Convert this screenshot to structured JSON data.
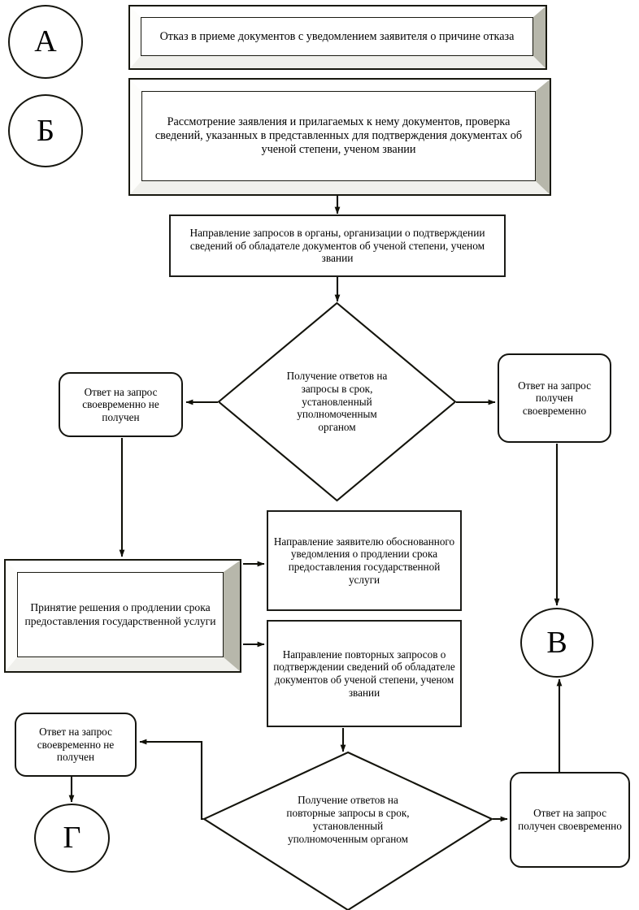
{
  "diagram": {
    "type": "flowchart",
    "language": "ru",
    "colors": {
      "stroke": "#16160f",
      "fill": "#ffffff",
      "bevel_shadow": "#b9b9ae"
    },
    "terminators": [
      {
        "id": "A",
        "label": "А"
      },
      {
        "id": "B",
        "label": "Б"
      },
      {
        "id": "V",
        "label": "В"
      },
      {
        "id": "G",
        "label": "Г"
      }
    ],
    "nodes": {
      "refusal": "Отказ в приеме документов с уведомлением заявителя о причине отказа",
      "review": "Рассмотрение заявления и прилагаемых к нему документов, проверка сведений, указанных в представленных для подтверждения документах об ученой степени, ученом звании",
      "send_requests": "Направление запросов в органы, организации о подтверждении сведений об обладателе документов об ученой степени, ученом звании",
      "decision_first": "Получение ответов на запросы в срок, установленный уполномоченным органом",
      "no_answer_first": "Ответ на запрос своевременно не получен",
      "answer_received_first": "Ответ на запрос получен своевременно",
      "extend_decision": "Принятие решения о продлении срока предоставления государственной услуги",
      "notify_applicant": "Направление заявителю обоснованного уведомления о продлении срока предоставления государственной услуги",
      "repeat_requests": "Направление повторных запросов о подтверждении сведений об обладателе документов об ученой степени, ученом звании",
      "decision_second": "Получение ответов на повторные запросы в срок, установленный уполномоченным органом",
      "no_answer_second": "Ответ на запрос своевременно не получен",
      "answer_received_second": "Ответ на запрос получен своевременно"
    }
  }
}
